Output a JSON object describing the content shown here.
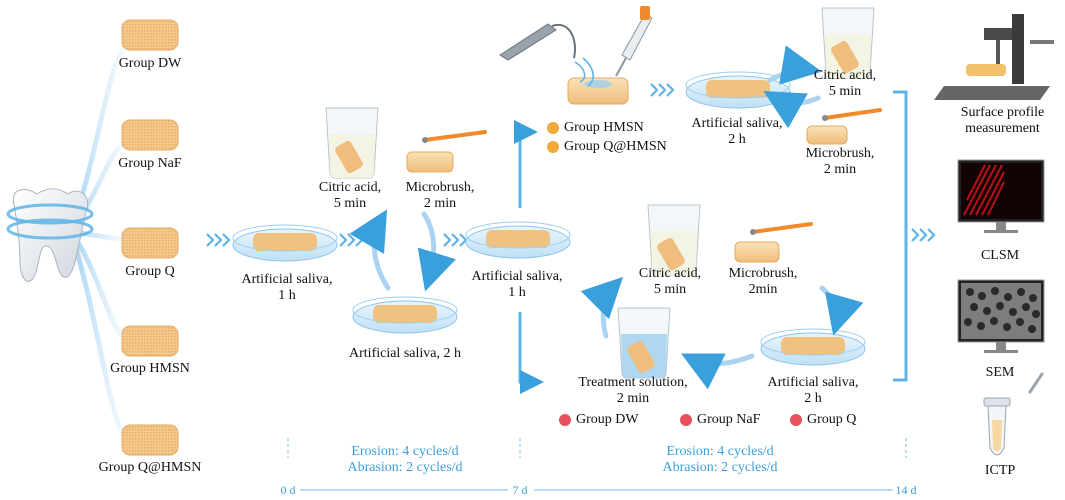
{
  "groups": [
    "Group DW",
    "Group NaF",
    "Group Q",
    "Group HMSN",
    "Group Q@HMSN"
  ],
  "phase1": {
    "saliva_1h": "Artificial saliva,\n1 h",
    "citric": "Citric acid,\n5 min",
    "brush": "Microbrush,\n2 min",
    "saliva_2h": "Artificial saliva, 2 h",
    "saliva_1h_b": "Artificial saliva,\n1 h"
  },
  "upper": {
    "legend": [
      "Group HMSN",
      "Group Q@HMSN"
    ],
    "saliva": "Artificial saliva,\n2 h",
    "citric": "Citric acid,\n5 min",
    "brush": "Microbrush,\n2 min"
  },
  "lower": {
    "citric": "Citric acid,\n5 min",
    "brush": "Microbrush,\n2min",
    "treatment": "Treatment solution,\n2 min",
    "saliva": "Artificial saliva,\n2 h",
    "legend": [
      "Group DW",
      "Group NaF",
      "Group Q"
    ]
  },
  "analysis": [
    "Surface profile\nmeasurement",
    "CLSM",
    "SEM",
    "ICTP"
  ],
  "timeline": {
    "ticks": [
      "0 d",
      "7 d",
      "14 d"
    ],
    "seg1": [
      "Erosion: 4 cycles/d",
      "Abrasion: 2 cycles/d"
    ],
    "seg2": [
      "Erosion: 4 cycles/d",
      "Abrasion: 2 cycles/d"
    ]
  },
  "colors": {
    "accent": "#3aa0dc",
    "block": "#f4c98e",
    "dot_orange": "#f2a93b",
    "dot_red": "#e8505b"
  }
}
